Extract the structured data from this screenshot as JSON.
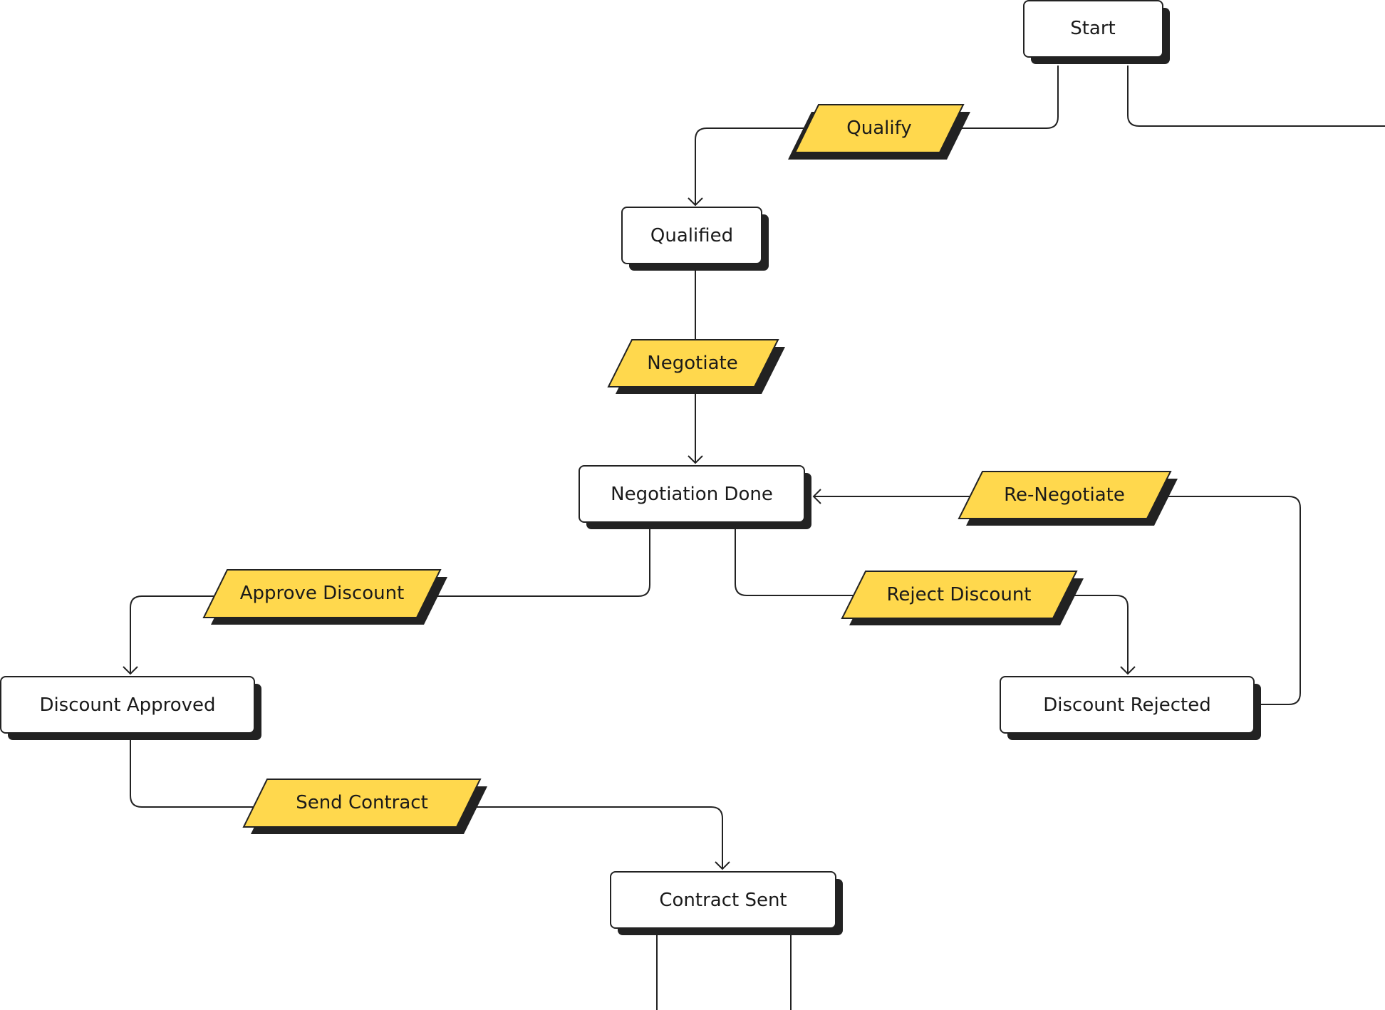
{
  "colors": {
    "background": "#ffffff",
    "node_fill": "#ffffff",
    "node_stroke": "#222222",
    "shadow": "#222222",
    "label_fill": "#ffd84d",
    "edge": "#222222",
    "text": "#1a1a1a"
  },
  "nodes": {
    "start": "Start",
    "qualified": "Qualified",
    "negotiation_done": "Negotiation Done",
    "discount_approved": "Discount Approved",
    "discount_rejected": "Discount Rejected",
    "contract_sent": "Contract Sent"
  },
  "labels": {
    "qualify": "Qualify",
    "negotiate": "Negotiate",
    "re_negotiate": "Re-Negotiate",
    "approve_discount": "Approve Discount",
    "reject_discount": "Reject Discount",
    "send_contract": "Send Contract"
  }
}
